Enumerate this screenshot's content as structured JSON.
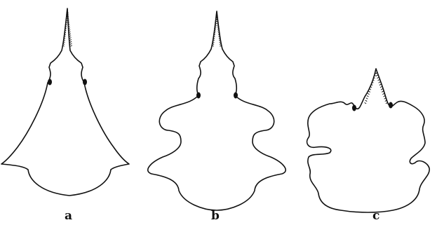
{
  "figure": {
    "panels": [
      {
        "id": "a",
        "label": "a"
      },
      {
        "id": "b",
        "label": "b"
      },
      {
        "id": "c",
        "label": "c"
      }
    ]
  },
  "colors": {
    "stroke": "#111111",
    "background": "#ffffff"
  }
}
